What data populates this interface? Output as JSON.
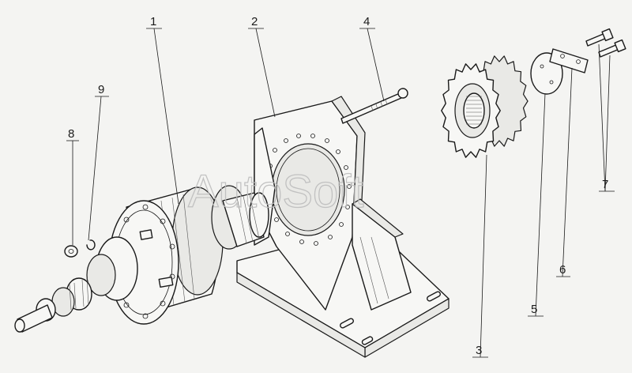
{
  "watermark": "AutoSoft",
  "callouts": [
    {
      "id": "c1",
      "label": "1"
    },
    {
      "id": "c2",
      "label": "2"
    },
    {
      "id": "c3",
      "label": "3"
    },
    {
      "id": "c4",
      "label": "4"
    },
    {
      "id": "c5",
      "label": "5"
    },
    {
      "id": "c6",
      "label": "6"
    },
    {
      "id": "c7",
      "label": "7"
    },
    {
      "id": "c8",
      "label": "8"
    },
    {
      "id": "c9",
      "label": "9"
    }
  ],
  "colors": {
    "ink": "#1a1a1a",
    "paper": "#f4f4f2",
    "watermark": "#bdbdbd"
  }
}
